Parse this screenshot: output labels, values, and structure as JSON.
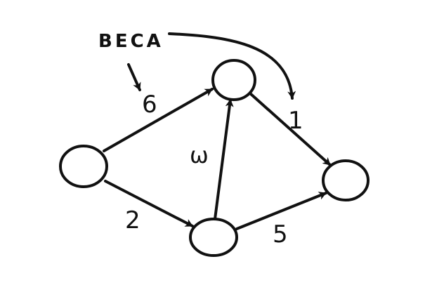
{
  "diagram": {
    "annotation": "BECA",
    "edge_weights": {
      "left_to_top": "6",
      "left_to_bottom": "2",
      "bottom_to_top": "ω",
      "top_to_right": "1",
      "bottom_to_right": "5"
    },
    "ink_color": "#111111",
    "background_color": "#ffffff"
  }
}
